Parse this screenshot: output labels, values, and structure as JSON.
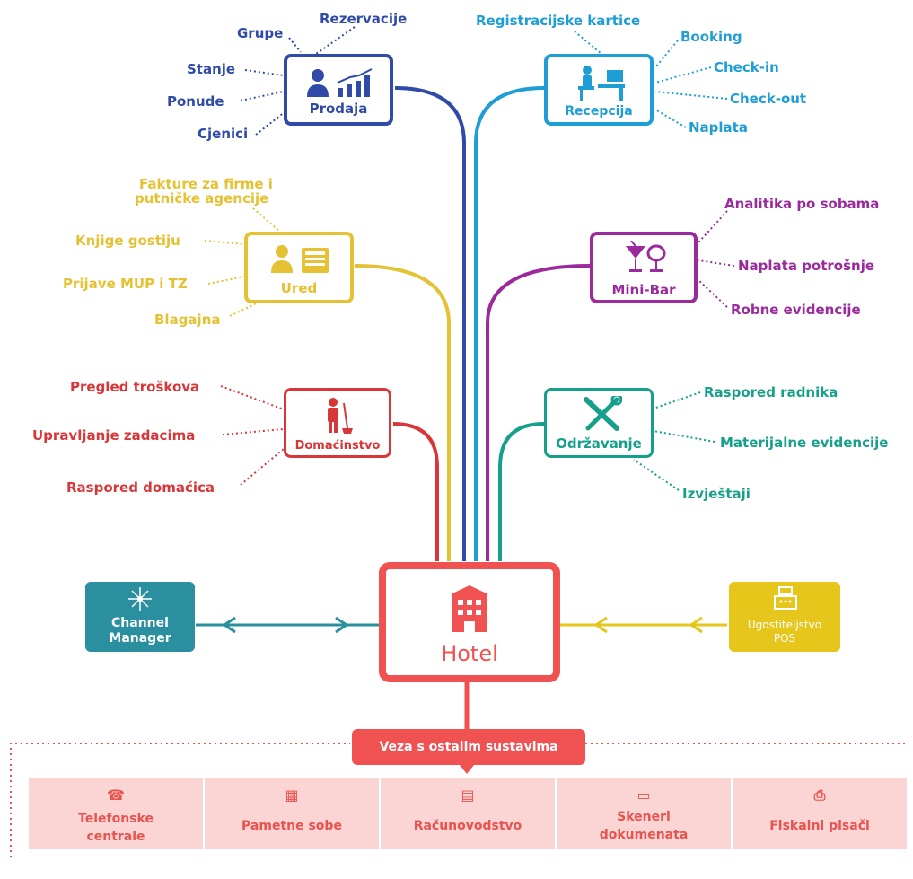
{
  "colors": {
    "prodaja": "#2f4aa8",
    "recepcija": "#1f9ed6",
    "ured": "#e4c234",
    "minibar": "#9b2a9c",
    "domacinstvo": "#d8373a",
    "odrzavanje": "#16a08b",
    "hotel": "#f05252",
    "channel": "#2a8f9e",
    "pos": "#e6c61a",
    "bottom_bg": "#fbd5d3",
    "bottom_text": "#e8524f"
  },
  "nodes": {
    "prodaja": {
      "title": "Prodaja",
      "icon": "sales-chart-icon",
      "items": [
        "Rezervacije",
        "Grupe",
        "Stanje",
        "Ponude",
        "Cjenici"
      ]
    },
    "recepcija": {
      "title": "Recepcija",
      "icon": "reception-desk-icon",
      "items": [
        "Registracijske kartice",
        "Booking",
        "Check-in",
        "Check-out",
        "Naplata"
      ]
    },
    "ured": {
      "title": "Ured",
      "icon": "office-icon",
      "items": [
        "Fakture za firme i",
        "putničke agencije",
        "Knjige gostiju",
        "Prijave MUP i TZ",
        "Blagajna"
      ]
    },
    "minibar": {
      "title": "Mini-Bar",
      "icon": "cocktail-icon",
      "items": [
        "Analitika po sobama",
        "Naplata potrošnje",
        "Robne evidencije"
      ]
    },
    "domacinstvo": {
      "title": "Domaćinstvo",
      "icon": "cleaner-icon",
      "items": [
        "Pregled troškova",
        "Upravljanje zadacima",
        "Raspored domaćica"
      ]
    },
    "odrzavanje": {
      "title": "Održavanje",
      "icon": "tools-icon",
      "items": [
        "Raspored radnika",
        "Materijalne evidencije",
        "Izvještaji"
      ]
    }
  },
  "hotel": {
    "title": "Hotel",
    "icon": "building-icon"
  },
  "channel_manager": {
    "line1": "Channel",
    "line2": "Manager",
    "icon": "network-icon"
  },
  "pos": {
    "line1": "Ugostiteljstvo",
    "line2": "POS",
    "icon": "cash-register-icon"
  },
  "connection": {
    "title": "Veza s ostalim sustavima",
    "items": [
      {
        "line1": "Telefonske",
        "line2": "centrale",
        "icon": "phone-icon"
      },
      {
        "line1": "Pametne sobe",
        "line2": "",
        "icon": "smart-room-icon"
      },
      {
        "line1": "Računovodstvo",
        "line2": "",
        "icon": "calculator-icon"
      },
      {
        "line1": "Skeneri",
        "line2": "dokumenata",
        "icon": "scanner-icon"
      },
      {
        "line1": "Fiskalni pisači",
        "line2": "",
        "icon": "printer-icon"
      }
    ]
  }
}
